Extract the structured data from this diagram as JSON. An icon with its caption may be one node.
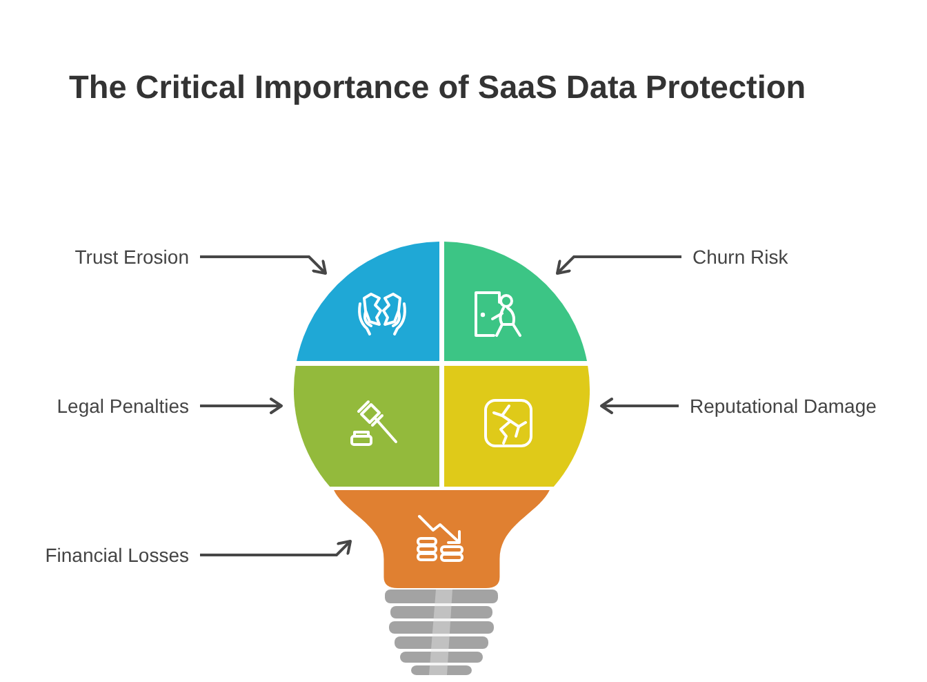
{
  "diagram": {
    "title": "The Critical Importance of SaaS Data Protection",
    "nodes": [
      {
        "text": [
          "Trust Erosion"
        ]
      },
      {
        "text": [
          "Churn Risk"
        ]
      },
      {
        "text": [
          "Legal Penalties"
        ]
      },
      {
        "text": [
          "Reputational Damage"
        ]
      },
      {
        "text": [
          "Financial Losses"
        ]
      },
      {
        "text": [],
        "shape": "sector"
      },
      {
        "text": [],
        "shape": "sector"
      },
      {
        "text": [],
        "shape": "sector"
      },
      {
        "text": [],
        "shape": "sector"
      },
      {
        "text": [],
        "shape": "trapezoid"
      }
    ],
    "edges": [
      {
        "from": 0,
        "to": 5,
        "arrow": "to"
      },
      {
        "from": 1,
        "to": 6,
        "arrow": "to"
      },
      {
        "from": 2,
        "to": 7,
        "arrow": "to"
      },
      {
        "from": 3,
        "to": 8,
        "arrow": "to"
      },
      {
        "from": 4,
        "to": 9,
        "arrow": "to"
      }
    ]
  }
}
